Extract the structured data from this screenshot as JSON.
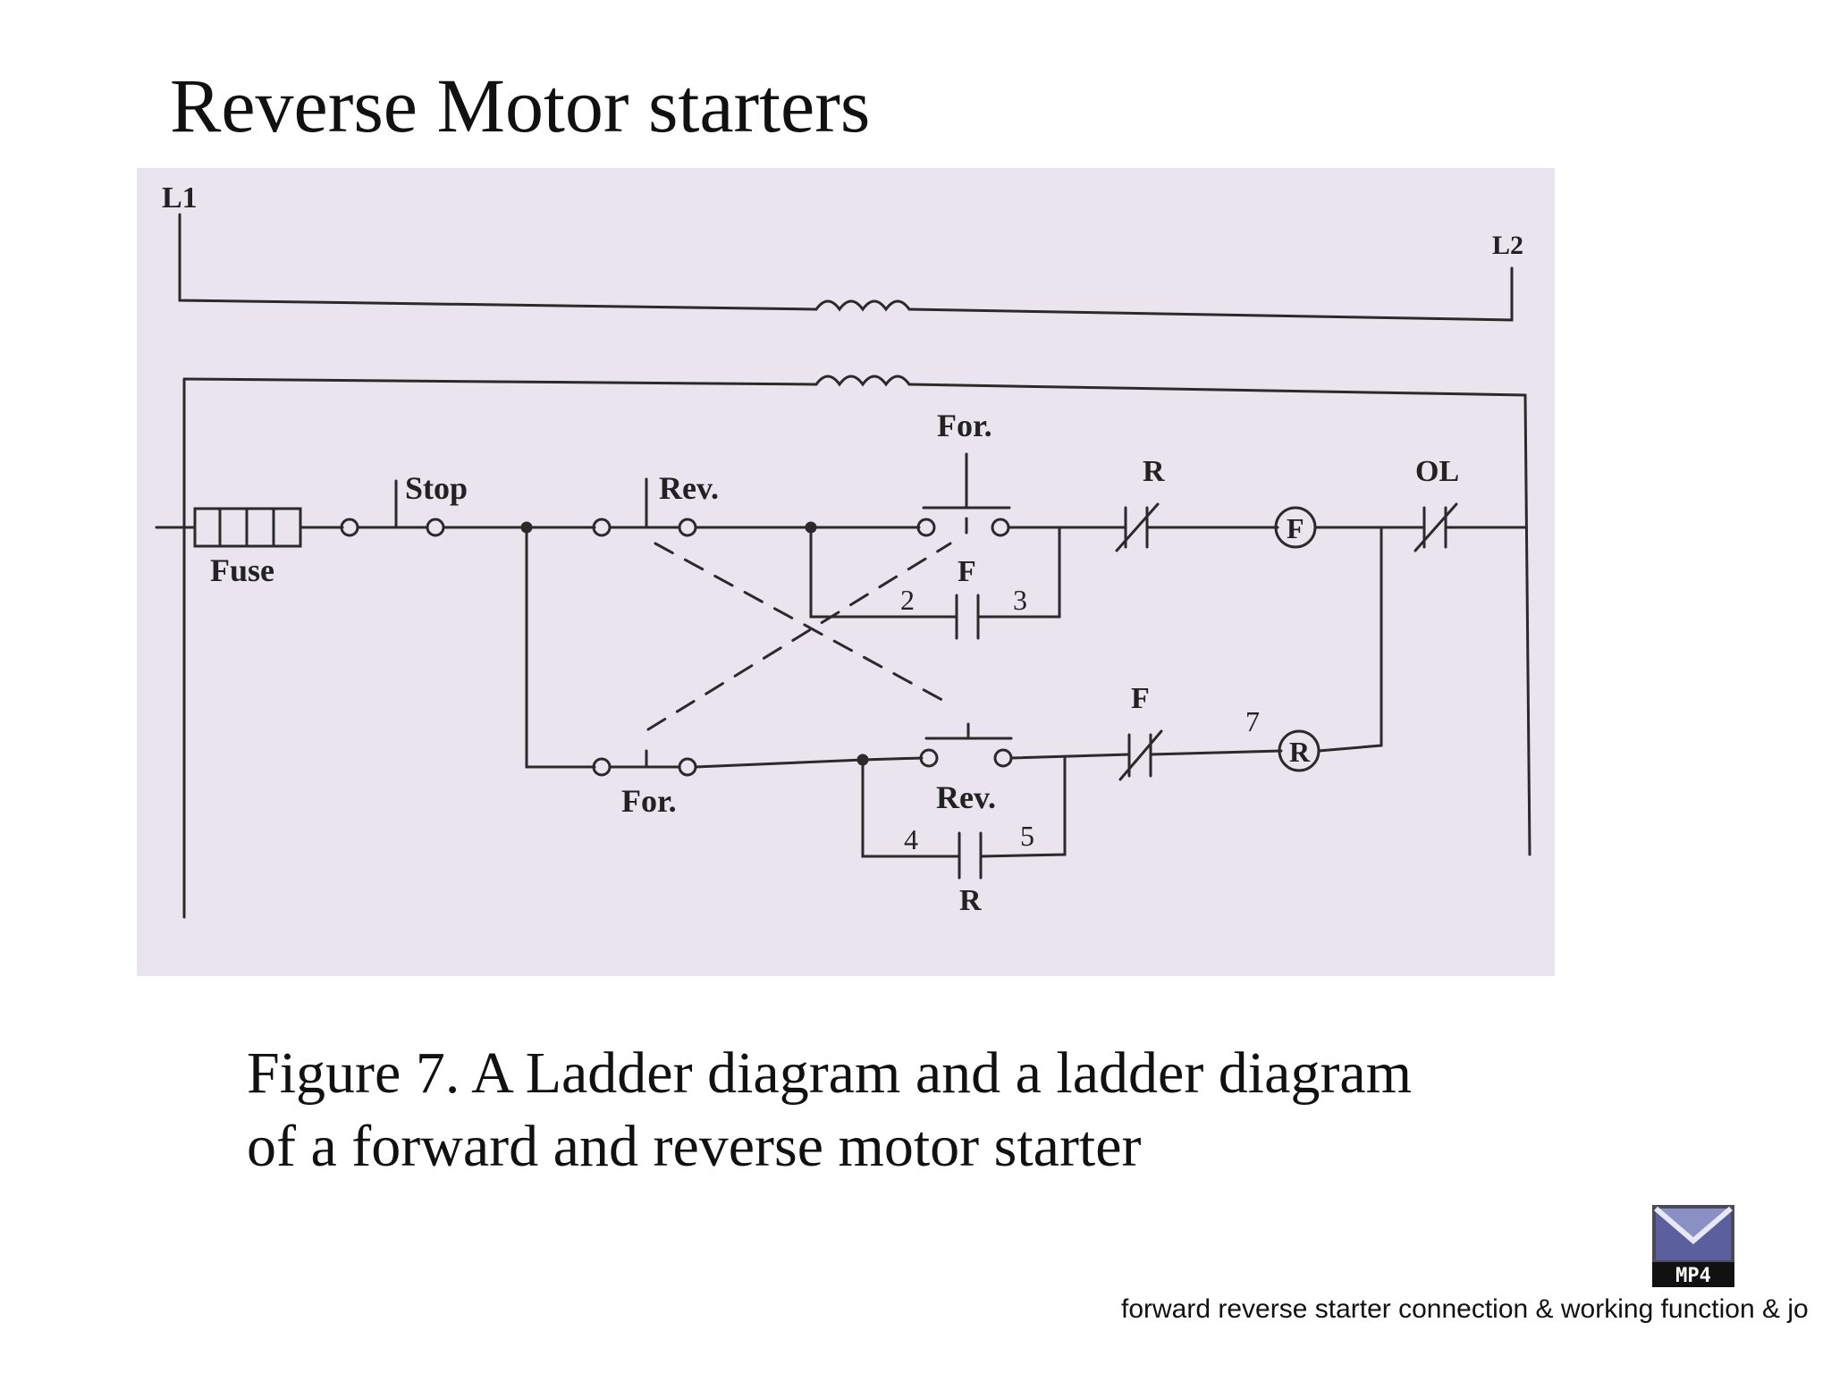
{
  "title": "Reverse Motor starters",
  "diagram": {
    "labels": {
      "l1": "L1",
      "l2": "L2",
      "fuse": "Fuse",
      "stop": "Stop",
      "rev_top": "Rev.",
      "for_top": "For.",
      "r_contact_top": "R",
      "ol": "OL",
      "coil_f": "F",
      "f_aux_top": "F",
      "num_2": "2",
      "num_3": "3",
      "f_contact_bottom": "F",
      "num_7": "7",
      "coil_r": "R",
      "for_bottom": "For.",
      "rev_bottom": "Rev.",
      "num_4": "4",
      "num_5": "5",
      "r_aux_bottom": "R"
    }
  },
  "caption": {
    "line1": "Figure 7. A Ladder diagram and a ladder diagram",
    "line2": "of a forward and reverse motor starter"
  },
  "logo": {
    "label": "MP4",
    "icon": "mp4-file-icon"
  },
  "footer": "forward reverse starter connection & working function & jo"
}
